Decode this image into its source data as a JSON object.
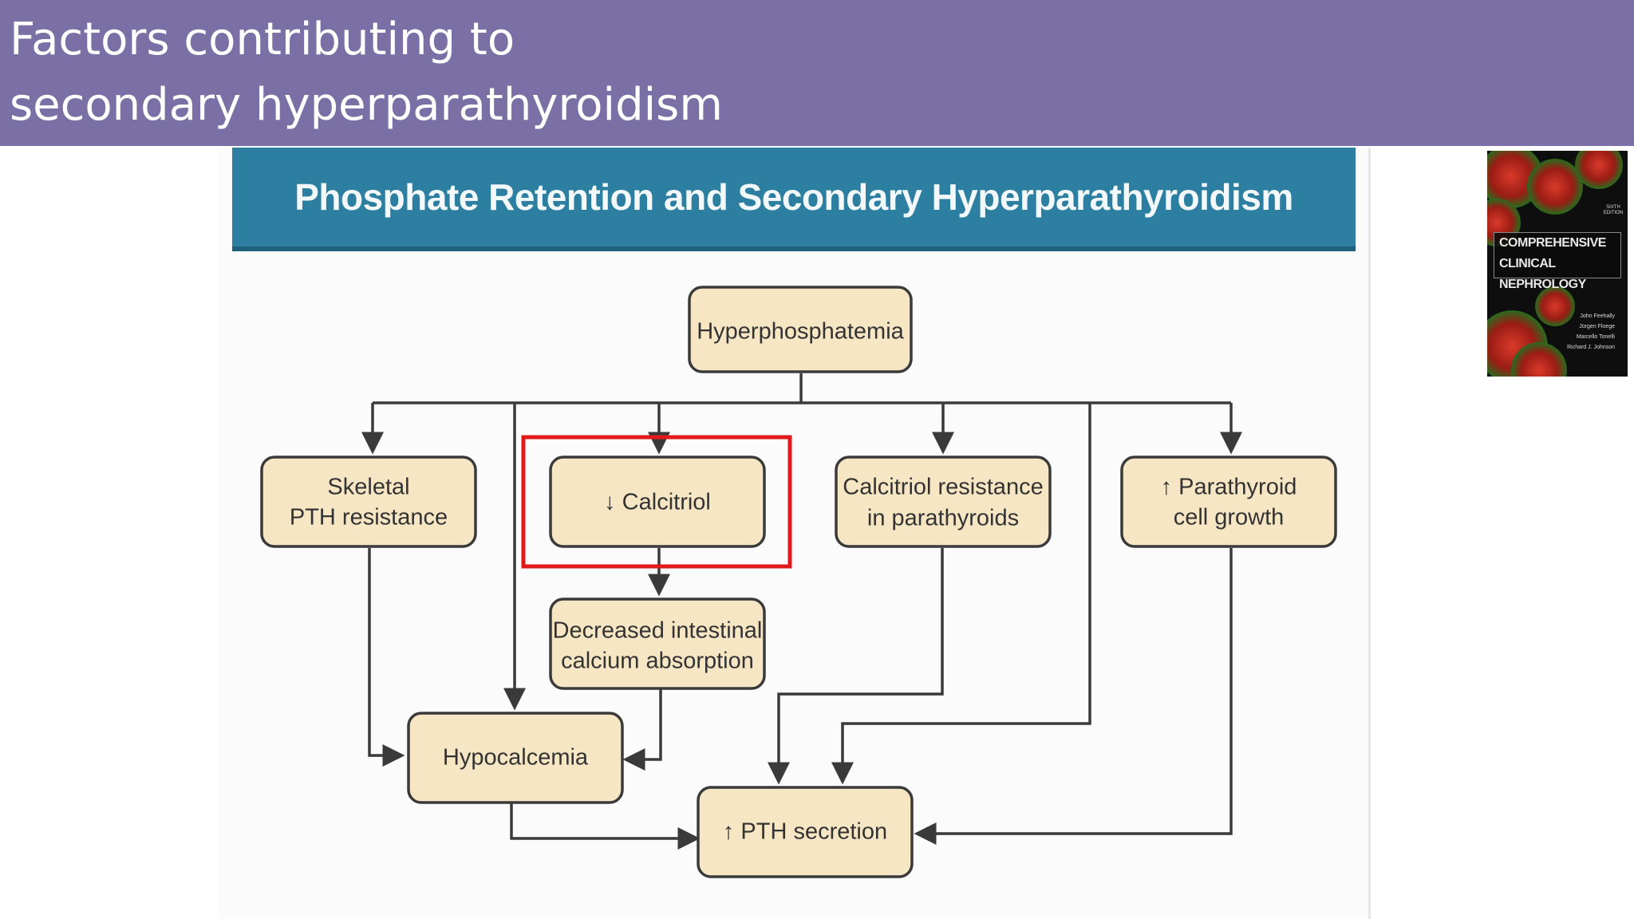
{
  "slide": {
    "title_line1": "Factors contributing to",
    "title_line2": "secondary hyperparathyroidism"
  },
  "figure": {
    "header": "Phosphate Retention and Secondary Hyperparathyroidism",
    "nodes": {
      "hyperphosphatemia": "Hyperphosphatemia",
      "skeletal_line1": "Skeletal",
      "skeletal_line2": "PTH resistance",
      "calcitriol": "↓ Calcitriol",
      "calcitriol_resistance_line1": "Calcitriol resistance",
      "calcitriol_resistance_line2": "in parathyroids",
      "parathyroid_line1": "↑ Parathyroid",
      "parathyroid_line2": "cell growth",
      "decreased_line1": "Decreased intestinal",
      "decreased_line2": "calcium absorption",
      "hypocalcemia": "Hypocalcemia",
      "pth_secretion": "↑ PTH secretion"
    },
    "highlighted_node": "calcitriol",
    "colors": {
      "header_bg": "#2c7fa1",
      "node_fill": "#f6e6c3",
      "highlight": "#e01a1a",
      "title_bar": "#7a70a5"
    }
  },
  "book_cover": {
    "title_line1": "COMPREHENSIVE",
    "title_line2": "CLINICAL NEPHROLOGY",
    "edition": "SIXTH EDITION",
    "authors": [
      "John Feehally",
      "Jürgen Floege",
      "Marcello Tonelli",
      "Richard J. Johnson"
    ]
  }
}
